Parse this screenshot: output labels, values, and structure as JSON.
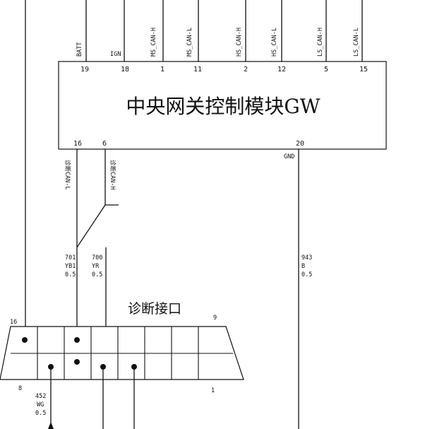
{
  "module": {
    "title": "中央网关控制模块GW",
    "top_pins": [
      {
        "signal": "BATT",
        "pin": "19"
      },
      {
        "signal": "IGN",
        "pin": "18"
      },
      {
        "signal": "MS_CAN-H",
        "pin": "1"
      },
      {
        "signal": "MS_CAN-L",
        "pin": "11"
      },
      {
        "signal": "HS_CAN-H",
        "pin": "2"
      },
      {
        "signal": "HS_CAN-L",
        "pin": "12"
      },
      {
        "signal": "LS_CAN-H",
        "pin": "5"
      },
      {
        "signal": "LS_CAN-L",
        "pin": "15"
      }
    ],
    "bottom_pins": [
      {
        "pin": "16",
        "signal": "诊断CAN-L"
      },
      {
        "pin": "6",
        "signal": "诊断CAN-H"
      },
      {
        "pin": "20",
        "signal": "GND"
      }
    ]
  },
  "wires": [
    {
      "id": "701",
      "color": "YB1",
      "gauge": "0.5"
    },
    {
      "id": "700",
      "color": "YR",
      "gauge": "0.5"
    },
    {
      "id": "943",
      "color": "B",
      "gauge": "0.5"
    },
    {
      "id": "452",
      "color": "WG",
      "gauge": "0.5"
    }
  ],
  "connector": {
    "title": "诊断接口",
    "pin_labels": {
      "top_left": "16",
      "top_right": "9",
      "bottom_left": "8",
      "bottom_right": "1"
    }
  }
}
